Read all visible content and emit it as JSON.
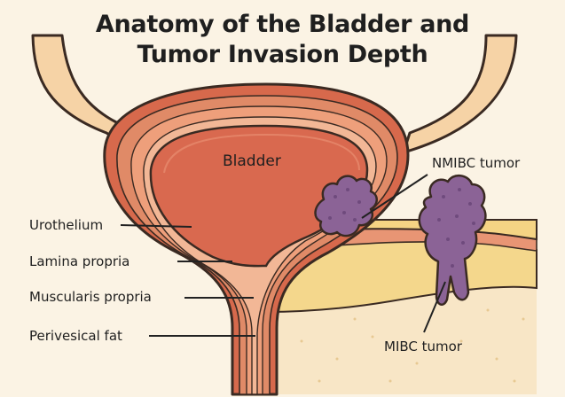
{
  "title": {
    "line1": "Anatomy of the Bladder and",
    "line2": "Tumor Invasion Depth"
  },
  "labels": {
    "bladder": "Bladder",
    "urothelium": "Urothelium",
    "lamina_propria": "Lamina propria",
    "muscularis_propria": "Muscularis propria",
    "perivesical_fat": "Perivesical fat",
    "nmibc_tumor": "NMIBC tumor",
    "mibc_tumor": "MIBC tumor"
  },
  "colors": {
    "background": "#fbf3e4",
    "ureter_fill": "#f6d3a6",
    "bladder_wall": "#d96a4c",
    "bladder_lumen": "#d9694f",
    "urothelium": "#f2b796",
    "lamina": "#e8946f",
    "fat_layer": "#f6dc86",
    "tumor": "#8b6396",
    "outline": "#3a2a22"
  }
}
